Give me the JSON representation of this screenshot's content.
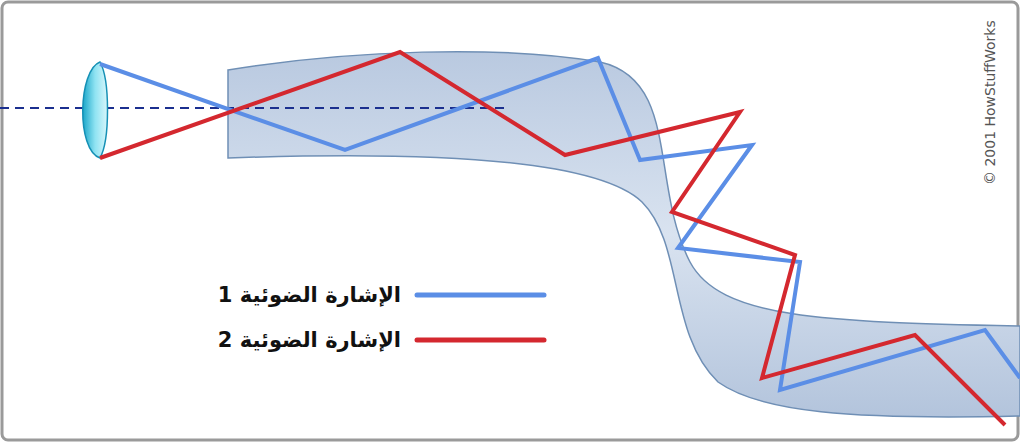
{
  "diagram": {
    "labels": [
      "© 2001 HowStuffWorks"
    ],
    "legend": [
      {
        "text": "الإشارة الضوئية 1"
      },
      {
        "text": "الإشارة الضوئية 2"
      }
    ]
  }
}
